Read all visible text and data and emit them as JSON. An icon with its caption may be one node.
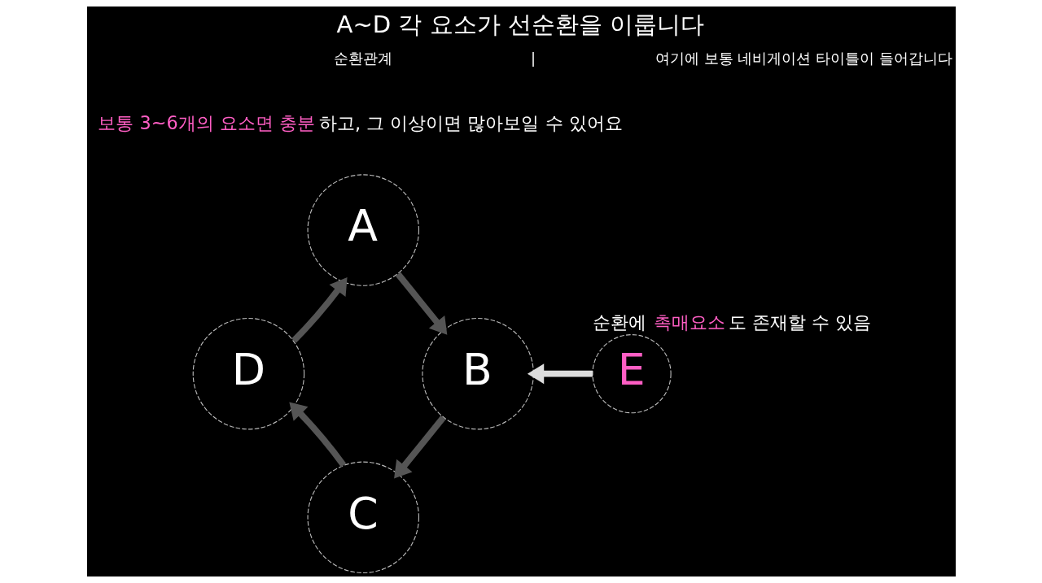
{
  "diagram": {
    "title": "A~D 각 요소가 선순환을 이룹니다",
    "nodes": [
      {
        "text": [
          "A"
        ]
      },
      {
        "text": [
          "D"
        ]
      },
      {
        "text": [
          "B"
        ]
      },
      {
        "text": [
          "C"
        ]
      },
      {
        "text": [
          "E"
        ],
        "beside": [
          "순환에 **촉매요소**도 존재할 수 있음"
        ]
      }
    ],
    "edges": [
      {
        "from": 0,
        "to": 2,
        "arrow": "to"
      },
      {
        "from": 2,
        "to": 3,
        "arrow": "to"
      },
      {
        "from": 3,
        "to": 1,
        "arrow": "to"
      },
      {
        "from": 1,
        "to": 0,
        "arrow": "to"
      },
      {
        "from": 4,
        "to": 2,
        "arrow": "to",
        "color": "#dddddd"
      }
    ],
    "labels": [
      "순환관계",
      "|",
      "여기에 보통 네비게이션 타이틀이 들어갑니다",
      "**보통 3~6개의 요소면 충분**하고, 그 이상이면 많아보일 수 있어요"
    ]
  }
}
